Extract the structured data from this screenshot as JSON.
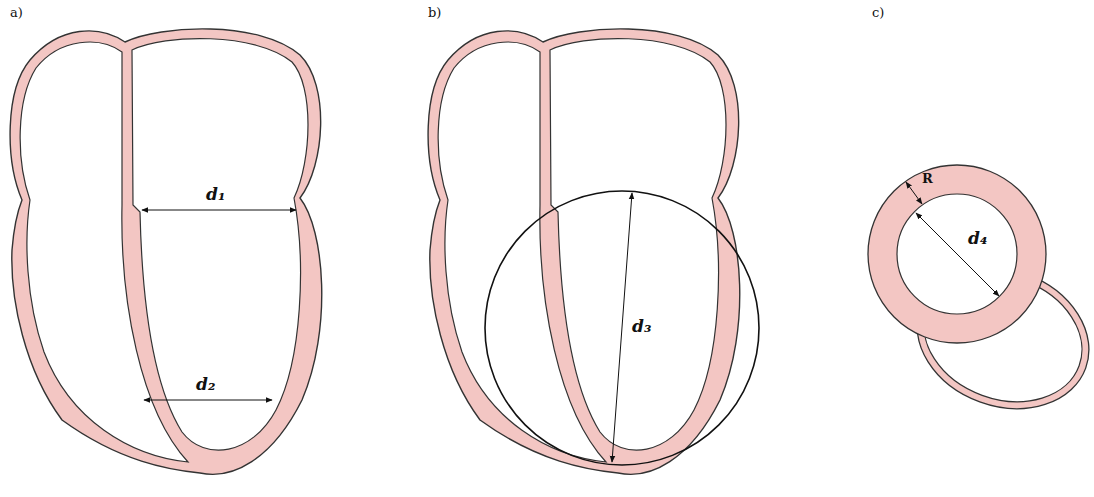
{
  "diagram": {
    "labels": [
      "a)",
      "b)",
      "c)",
      "d₁",
      "d₂",
      "d₃",
      "d₄",
      "R"
    ]
  }
}
